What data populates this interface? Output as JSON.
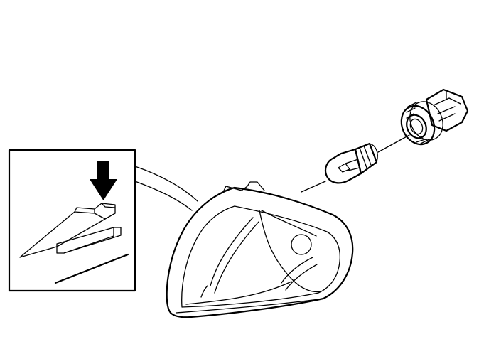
{
  "diagram": {
    "parts": [
      "corner-lamp-housing",
      "bulb",
      "bulb-socket",
      "clip-detail-inset"
    ],
    "colors": {
      "ink": "#000000",
      "background": "#ffffff"
    },
    "icons": [
      "down-arrow-icon"
    ]
  }
}
